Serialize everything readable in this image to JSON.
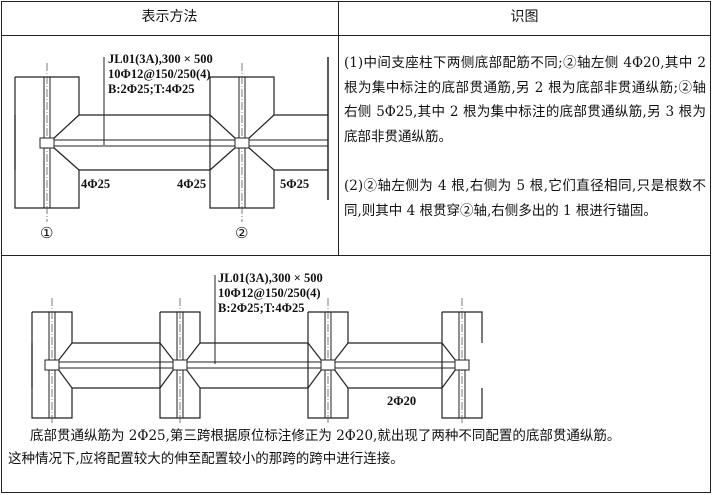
{
  "table": {
    "headers": [
      "表示方法",
      "识图"
    ]
  },
  "top_diagram": {
    "annotation": [
      "JL01(3A),300 × 500",
      "10Φ12@150/250(4)",
      "B:2Φ25;T:4Φ25"
    ],
    "labels": [
      "4Φ25",
      "4Φ25",
      "5Φ25"
    ],
    "axes": [
      "①",
      "②"
    ]
  },
  "explanation": [
    "(1)中间支座柱下两侧底部配筋不同;②轴左侧 4Φ20,其中 2 根为集中标注的底部贯通筋,另 2 根为底部非贯通纵筋;②轴右侧 5Φ25,其中 2 根为集中标注的底部贯通纵筋,另 3 根为底部非贯通纵筋。",
    "(2)②轴左侧为 4 根,右侧为 5 根,它们直径相同,只是根数不同,则其中 4 根贯穿②轴,右侧多出的 1 根进行锚固。"
  ],
  "bottom_diagram": {
    "annotation": [
      "JL01(3A),300 × 500",
      "10Φ12@150/250(4)",
      "B:2Φ25;T:4Φ25"
    ],
    "label": "2Φ20"
  },
  "bottom_text": [
    "底部贯通纵筋为 2Φ25,第三跨根据原位标注修正为 2Φ20,就出现了两种不同配置的底部贯通纵筋。",
    "这种情况下,应将配置较大的伸至配置较小的那跨的跨中进行连接。"
  ]
}
